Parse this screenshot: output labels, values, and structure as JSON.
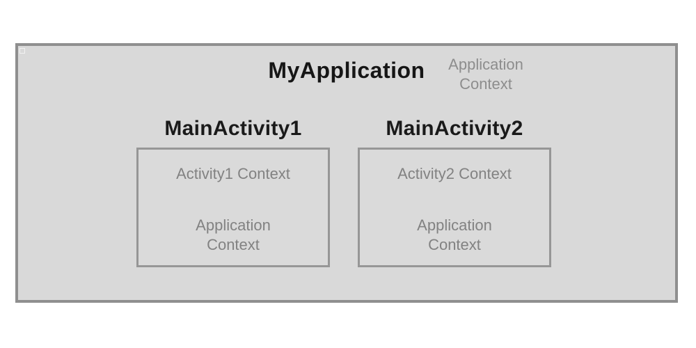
{
  "diagram": {
    "application": {
      "title": "MyApplication",
      "context_label": "Application Context"
    },
    "activities": [
      {
        "name": "MainActivity1",
        "activity_context": "Activity1 Context",
        "application_context": "Application Context"
      },
      {
        "name": "MainActivity2",
        "activity_context": "Activity2 Context",
        "application_context": "Application Context"
      }
    ],
    "colors": {
      "outer_fill": "#d9d9d9",
      "outer_border": "#8f8f8f",
      "inner_border": "#969696",
      "heading_text": "#1a1a1a",
      "muted_text": "#828282",
      "page_background": "#ffffff"
    }
  }
}
